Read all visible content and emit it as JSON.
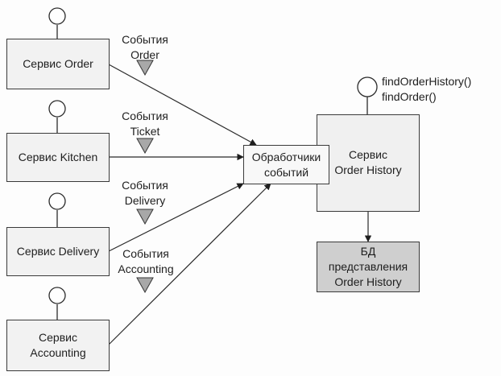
{
  "services": [
    {
      "id": "order",
      "label": "Сервис Order"
    },
    {
      "id": "kitchen",
      "label": "Сервис Kitchen"
    },
    {
      "id": "delivery",
      "label": "Сервис Delivery"
    },
    {
      "id": "accounting",
      "label_line1": "Сервис",
      "label_line2": "Accounting"
    }
  ],
  "events": [
    {
      "line1": "События",
      "line2": "Order"
    },
    {
      "line1": "События",
      "line2": "Ticket"
    },
    {
      "line1": "События",
      "line2": "Delivery"
    },
    {
      "line1": "События",
      "line2": "Accounting"
    }
  ],
  "handlers": {
    "line1": "Обработчики",
    "line2": "событий"
  },
  "order_history": {
    "line1": "Сервис",
    "line2": "Order History"
  },
  "api": {
    "line1": "findOrderHistory()",
    "line2": "findOrder()"
  },
  "db": {
    "line1": "БД",
    "line2": "представления",
    "line3": "Order History"
  },
  "colors": {
    "line": "#2a2a2a",
    "triangle": "#a8a8a8",
    "db_fill": "#cfcfcf",
    "box_fill": "#f2f2f2"
  }
}
